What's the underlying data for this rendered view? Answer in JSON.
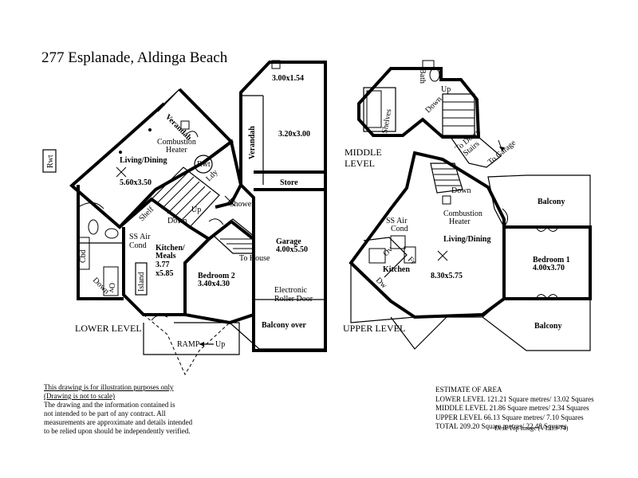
{
  "title": "277 Esplanade,  Aldinga Beach",
  "levels": {
    "lower": "LOWER LEVEL",
    "middle_1": "MIDDLE",
    "middle_2": "LEVEL",
    "upper": "UPPER LEVEL"
  },
  "lower_rooms": {
    "verandah": "Verandah",
    "combustion_1": "Combustion",
    "combustion_2": "Heater",
    "living_name": "Living/Dining",
    "living_size": "5.60x3.50",
    "rwt_side": "Rwt",
    "rwt_tank": "Rwt",
    "shelf": "Shelf",
    "down": "Down",
    "up": "Up",
    "ss_air_1": "SS Air",
    "ss_air_2": "Cond",
    "cbd": "Cbd",
    "oven": "Ov",
    "down_lower": "Down",
    "kitchen_1": "Kitchen/",
    "kitchen_2": "Meals",
    "kitchen_3": "3.77",
    "kitchen_4": "x5.85",
    "island": "Island",
    "bedroom2_name": "Bedroom 2",
    "bedroom2_size": "3.40x4.30",
    "to_house": "To House",
    "shower": "Shower",
    "ldy": "Ldy",
    "verandah_2": "Verandah",
    "top_size": "3.00x1.54",
    "mid_size": "3.20x3.00",
    "store": "Store",
    "garage_name": "Garage",
    "garage_size": "4.00x5.50",
    "roller_1": "Electronic",
    "roller_2": "Roller Door",
    "balcony_over": "Balcony over",
    "ramp": "RAMP",
    "ramp_up": "Up"
  },
  "middle_rooms": {
    "bath": "Bath",
    "shelves": "Shelves",
    "down": "Down",
    "up": "Up",
    "to_down_1": "To Down",
    "to_down_2": "Stairs",
    "to_garage": "To Garage"
  },
  "upper_rooms": {
    "down": "Down",
    "combustion_1": "Combustion",
    "combustion_2": "Heater",
    "ss_air_1": "SS Air",
    "ss_air_2": "Cond",
    "oven": "Ov",
    "fridge": "Fr",
    "dw": "Dw",
    "kitchen": "Kitchen",
    "living_name": "Living/Dining",
    "living_size": "8.30x5.75",
    "balcony_top": "Balcony",
    "bedroom1_name": "Bedroom 1",
    "bedroom1_size": "4.00x3.70",
    "balcony_bottom": "Balcony"
  },
  "disclaimer": {
    "line1": "This drawing is for illustration purposes only",
    "line2": "(Drawing is not to scale)",
    "line3": "The drawing and the information contained is",
    "line4": "not intended to be part of any contract.  All",
    "line5": "measurements are approximate and details intended",
    "line6": "to be relied upon should be independently verified."
  },
  "area": {
    "heading": "ESTIMATE OF AREA",
    "rows": [
      "LOWER LEVEL  121.21 Square metres/ 13.02 Squares",
      "MIDDLE LEVEL  21.86 Square metres/ 2.34 Squares",
      "UPPER LEVEL  66.13 Square metres/ 7.10 Squares",
      "TOTAL  209.20 Square metres/ 22.48 Squares"
    ],
    "footer": "Desk Top Image    (V1213-74)"
  }
}
